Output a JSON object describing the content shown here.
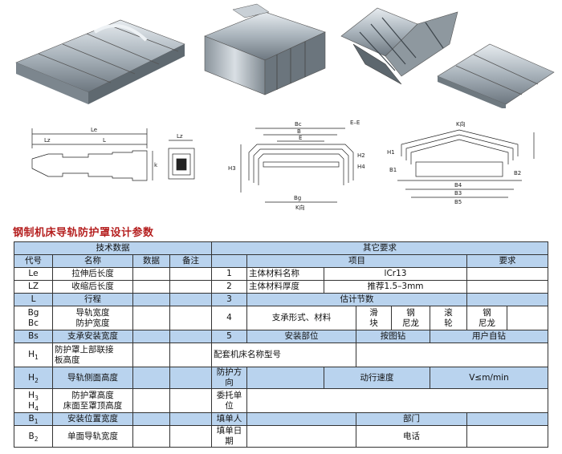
{
  "heading": "钢制机床导轨防护罩设计参数",
  "drawing_labels": {
    "le": "Le",
    "lz": "Lz",
    "l": "L",
    "k": "k",
    "lz2": "Lz",
    "bc": "Bc",
    "b": "B",
    "e": "E",
    "ee": "E–E",
    "h3": "H3",
    "bg": "Bg",
    "h2": "H2",
    "h4": "H4",
    "kr": "K向",
    "h1": "H1",
    "b1": "B1",
    "b2": "B2",
    "b3": "B3",
    "b4": "B4",
    "b5": "B5",
    "kr2": "K向"
  },
  "table": {
    "left_header": "技术数据",
    "right_header": "其它要求",
    "col_code": "代号",
    "col_name": "名称",
    "col_data": "数据",
    "col_note": "备注",
    "col_item": "项目",
    "col_req": "要求",
    "rows": {
      "le": {
        "code": "Le",
        "name": "拉伸后长度"
      },
      "lz": {
        "code": "LZ",
        "name": "收缩后长度"
      },
      "l": {
        "code": "L",
        "name": "行程"
      },
      "bg": {
        "code": "Bg",
        "name": "导轨宽度"
      },
      "bc": {
        "code": "Bc",
        "name": "防护宽度"
      },
      "bs": {
        "code": "Bs",
        "name": "支承安装宽度"
      },
      "h1": {
        "code": "H",
        "sub": "1",
        "name1": "防护罩上部联接",
        "name2": "板高度"
      },
      "h2": {
        "code": "H",
        "sub": "2",
        "name": "导轨侧面高度"
      },
      "h3": {
        "code": "H",
        "sub": "3",
        "name": "防护罩高度"
      },
      "h4": {
        "code": "H",
        "sub": "4",
        "name": "床面至罩顶高度"
      },
      "b1": {
        "code": "B",
        "sub": "1",
        "name": "安装位置宽度"
      },
      "b2": {
        "code": "B",
        "sub": "2",
        "name": "单面导轨宽度"
      }
    },
    "items": {
      "n1": "1",
      "i1": "主体材料名称",
      "r1": "lCr13",
      "n2": "2",
      "i2": "主体材料厚度",
      "r2": "推荐1.5–3mm",
      "n3": "3",
      "i3": "估计节数",
      "n4": "4",
      "i4": "支承形式、材料",
      "s1a": "滑",
      "s1b": "块",
      "s2a": "钢",
      "s2b": "尼龙",
      "s3a": "滚",
      "s3b": "轮",
      "s4a": "钢",
      "s4b": "尼龙",
      "n5": "5",
      "i5": "安装部位",
      "r5a": "按图钻",
      "r5b": "用户自钻",
      "model": "配套机床名称型号",
      "direction": "防护方向",
      "speed": "动行速度",
      "speed_val": "V≤m/min",
      "unit": "委托单位",
      "filler": "填单人",
      "dept": "部门",
      "date": "填单日期",
      "phone": "电话"
    }
  }
}
